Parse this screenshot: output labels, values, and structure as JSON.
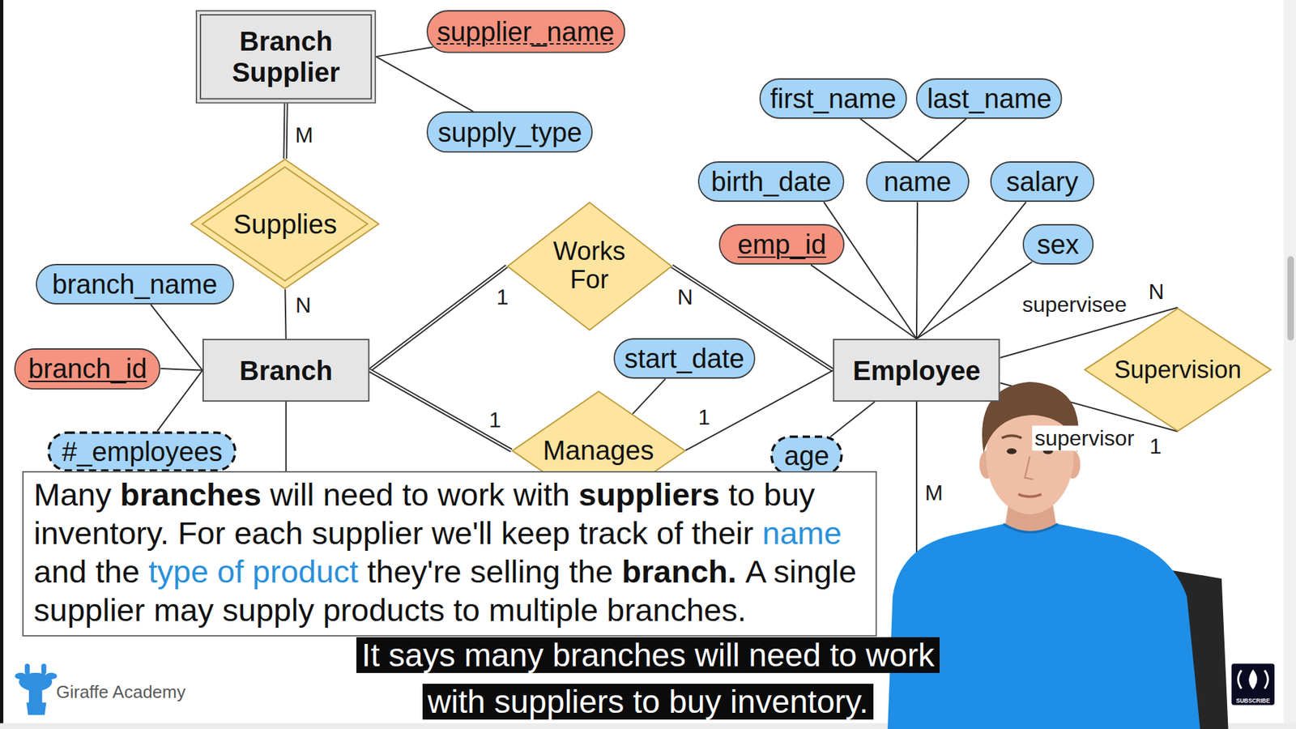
{
  "diagram": {
    "nodes": [
      {
        "text": [
          "Branch Supplier"
        ]
      },
      {
        "text": [
          "supplier_name"
        ]
      },
      {
        "text": [
          "supply_type"
        ]
      },
      {
        "text": [
          "first_name"
        ]
      },
      {
        "text": [
          "last_name"
        ]
      },
      {
        "text": [
          "birth_date"
        ]
      },
      {
        "text": [
          "name"
        ]
      },
      {
        "text": [
          "salary"
        ]
      },
      {
        "text": [
          "Supplies"
        ]
      },
      {
        "text": [
          "emp_id"
        ]
      },
      {
        "text": [
          "sex"
        ]
      },
      {
        "text": [
          "Works For"
        ]
      },
      {
        "text": [
          "branch_name"
        ]
      },
      {
        "text": [
          "start_date"
        ]
      },
      {
        "text": [
          "Branch"
        ]
      },
      {
        "text": [
          "branch_id"
        ]
      },
      {
        "text": [
          "Employee"
        ]
      },
      {
        "text": [
          "Supervision"
        ]
      },
      {
        "text": [
          "#_employees"
        ]
      },
      {
        "text": [
          "Manages"
        ]
      },
      {
        "text": [
          "age"
        ]
      },
      {
        "text": [
          "Many branches will need to work with suppliers to buy inventory. For each supplier we'll keep track of their name and the type of product they're selling the branch. A single supplier may supply products to multiple branches."
        ]
      }
    ],
    "edges": [
      {
        "from": 0,
        "to": 1,
        "arrow": "none"
      },
      {
        "from": 0,
        "to": 2,
        "arrow": "none"
      },
      {
        "from": 0,
        "to": 8,
        "arrow": "none"
      },
      {
        "from": 8,
        "to": 14,
        "arrow": "none"
      },
      {
        "from": 3,
        "to": 6,
        "arrow": "none"
      },
      {
        "from": 4,
        "to": 6,
        "arrow": "none"
      },
      {
        "from": 5,
        "to": 16,
        "arrow": "none"
      },
      {
        "from": 6,
        "to": 16,
        "arrow": "none"
      },
      {
        "from": 7,
        "to": 16,
        "arrow": "none"
      },
      {
        "from": 9,
        "to": 16,
        "arrow": "none"
      },
      {
        "from": 10,
        "to": 16,
        "arrow": "none"
      },
      {
        "from": 12,
        "to": 14,
        "arrow": "none"
      },
      {
        "from": 15,
        "to": 14,
        "arrow": "none"
      },
      {
        "from": 18,
        "to": 14,
        "arrow": "none"
      },
      {
        "from": 14,
        "to": 11,
        "arrow": "none"
      },
      {
        "from": 11,
        "to": 16,
        "arrow": "none"
      },
      {
        "from": 14,
        "to": 19,
        "arrow": "none"
      },
      {
        "from": 19,
        "to": 16,
        "arrow": "none"
      },
      {
        "from": 13,
        "to": 19,
        "arrow": "none"
      },
      {
        "from": 16,
        "to": 17,
        "arrow": "none"
      },
      {
        "from": 16,
        "to": 17,
        "arrow": "none"
      },
      {
        "from": 20,
        "to": 16,
        "arrow": "none"
      }
    ],
    "labels": [
      "M",
      "N",
      "1",
      "N",
      "1",
      "1",
      "supervisee",
      "N",
      "supervisor",
      "1",
      "M",
      "It says many branches will need to work with suppliers to buy inventory.",
      "Giraffe Academy",
      "SUBSCRIBE"
    ]
  }
}
